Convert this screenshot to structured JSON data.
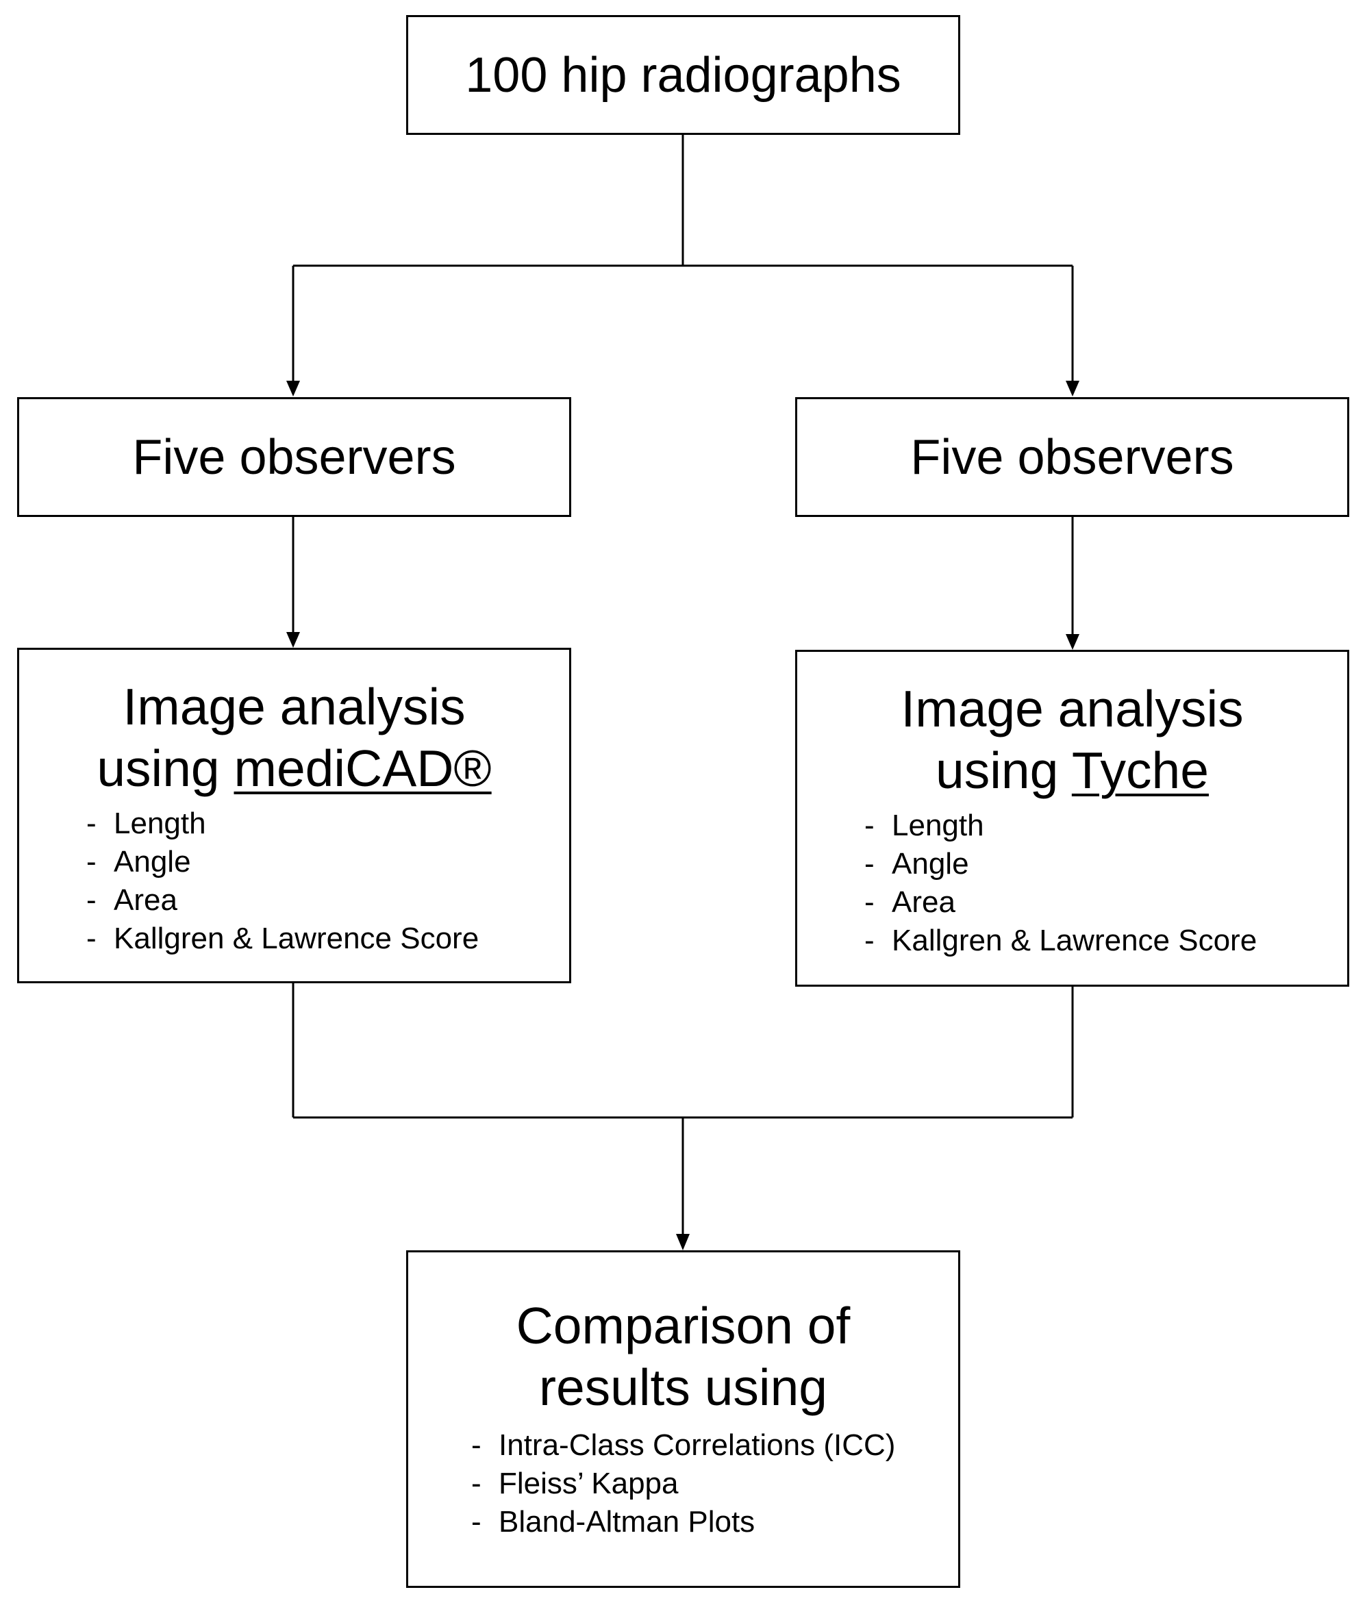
{
  "diagram": {
    "top_box": {
      "title": "100 hip radiographs"
    },
    "left_branch": {
      "observers": "Five observers",
      "analysis_line1": "Image analysis",
      "analysis_prefix": "using ",
      "analysis_tool": "mediCAD®",
      "items": [
        "Length",
        "Angle",
        "Area",
        "Kallgren & Lawrence Score"
      ]
    },
    "right_branch": {
      "observers": "Five observers",
      "analysis_line1": "Image analysis",
      "analysis_prefix": "using ",
      "analysis_tool": "Tyche",
      "items": [
        "Length",
        "Angle",
        "Area",
        "Kallgren & Lawrence Score"
      ]
    },
    "bottom_box": {
      "title_line1": "Comparison of",
      "title_line2": "results using",
      "items": [
        "Intra-Class Correlations (ICC)",
        "Fleiss’ Kappa",
        "Bland-Altman Plots"
      ]
    },
    "colors": {
      "line": "#000000",
      "box_border": "#000000",
      "background": "#ffffff"
    }
  }
}
